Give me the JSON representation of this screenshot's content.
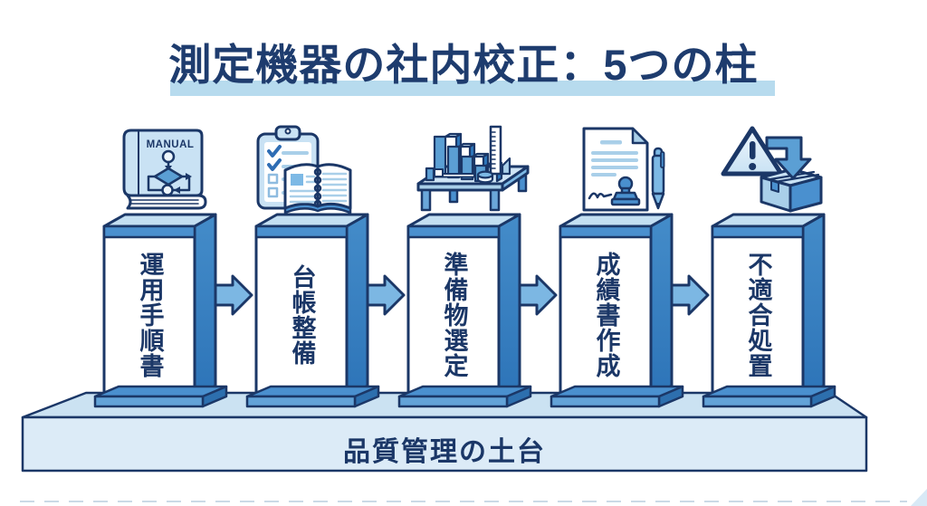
{
  "title": "測定機器の社内校正：5つの柱",
  "pillars": [
    {
      "label": "運用手順書",
      "icon": "manual-book-icon",
      "icon_text": "MANUAL"
    },
    {
      "label": "台帳整備",
      "icon": "checklist-ledger-icon"
    },
    {
      "label": "準備物選定",
      "icon": "workbench-tools-icon"
    },
    {
      "label": "成績書作成",
      "icon": "report-stamp-pen-icon"
    },
    {
      "label": "不適合処置",
      "icon": "warning-box-icon"
    }
  ],
  "base": {
    "label": "品質管理の土台"
  },
  "arrows": {
    "count": 4,
    "direction": "right"
  },
  "colors": {
    "navy_outline": "#1b3767",
    "title_navy": "#1e3c6e",
    "medium_blue": "#4a90cf",
    "side_blue": "#2f78bd",
    "arrow_blue": "#7cb7e3",
    "light_blue": "#c9e2f4",
    "platform_top": "#cbe2f2",
    "platform_front": "#dcebf7",
    "title_highlight": "#b7dbee",
    "white": "#ffffff"
  }
}
